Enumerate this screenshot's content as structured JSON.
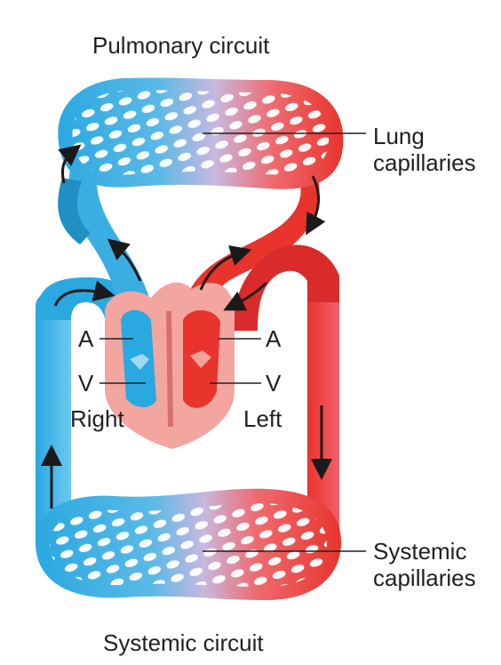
{
  "titles": {
    "pulmonary": "Pulmonary circuit",
    "systemic": "Systemic circuit"
  },
  "labels": {
    "lung_capillaries_line1": "Lung",
    "lung_capillaries_line2": "capillaries",
    "systemic_capillaries_line1": "Systemic",
    "systemic_capillaries_line2": "capillaries",
    "right_atrium": "A",
    "right_ventricle": "V",
    "left_atrium": "A",
    "left_ventricle": "V",
    "right_side": "Right",
    "left_side": "Left"
  },
  "colors": {
    "deoxygenated": "#2aa8e0",
    "oxygenated": "#e8342c",
    "mixed": "#c8b8e0",
    "heart": "#f3a6a0",
    "arrow": "#1a1a1a",
    "text": "#231f20"
  }
}
